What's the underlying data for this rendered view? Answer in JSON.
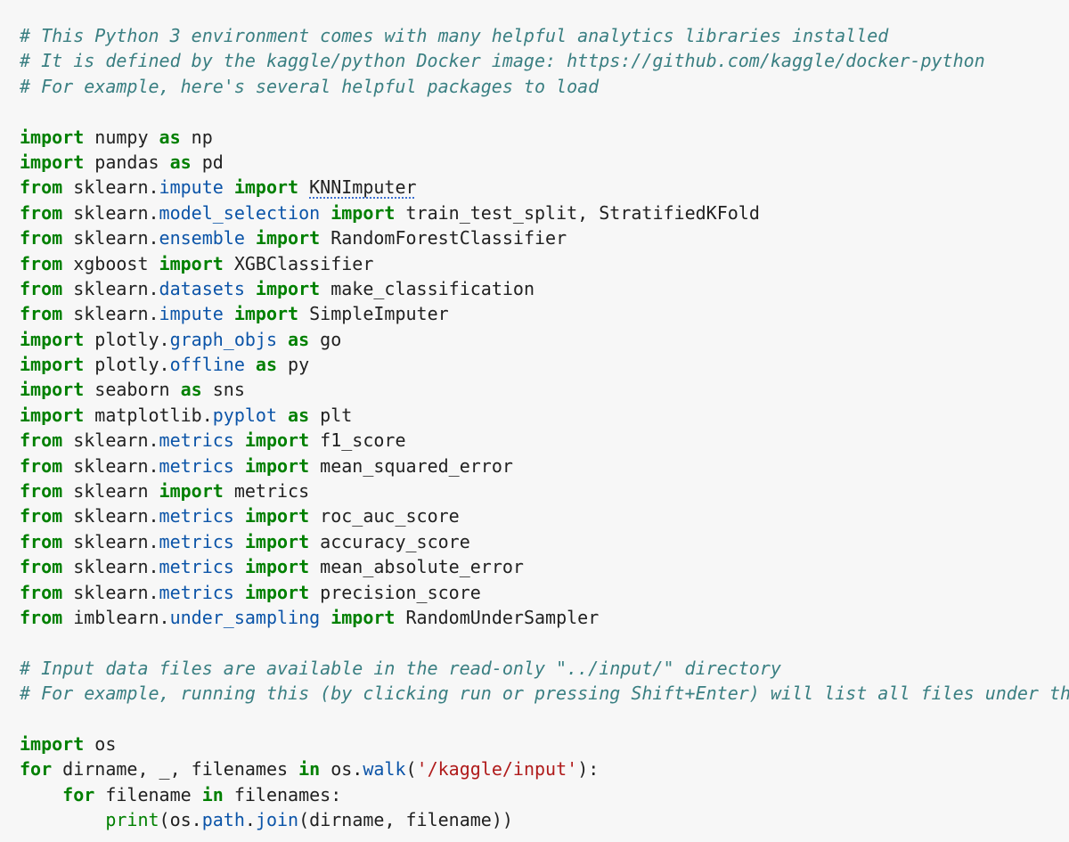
{
  "code_cell": {
    "lines": [
      [
        {
          "t": "# This Python 3 environment comes with many helpful analytics libraries installed",
          "k": "c"
        }
      ],
      [
        {
          "t": "# It is defined by the kaggle/python Docker image: https://github.com/kaggle/docker-python",
          "k": "c"
        }
      ],
      [
        {
          "t": "# For example, here's several helpful packages to load",
          "k": "c"
        }
      ],
      [],
      [
        {
          "t": "import",
          "k": "k"
        },
        {
          "t": " numpy "
        },
        {
          "t": "as",
          "k": "k"
        },
        {
          "t": " np"
        }
      ],
      [
        {
          "t": "import",
          "k": "k"
        },
        {
          "t": " pandas "
        },
        {
          "t": "as",
          "k": "k"
        },
        {
          "t": " pd"
        }
      ],
      [
        {
          "t": "from",
          "k": "k"
        },
        {
          "t": " sklearn."
        },
        {
          "t": "impute",
          "k": "m"
        },
        {
          "t": " "
        },
        {
          "t": "import",
          "k": "k"
        },
        {
          "t": " "
        },
        {
          "t": "KNNImputer",
          "k": "u"
        }
      ],
      [
        {
          "t": "from",
          "k": "k"
        },
        {
          "t": " sklearn."
        },
        {
          "t": "model_selection",
          "k": "m"
        },
        {
          "t": " "
        },
        {
          "t": "import",
          "k": "k"
        },
        {
          "t": " train_test_split, StratifiedKFold"
        }
      ],
      [
        {
          "t": "from",
          "k": "k"
        },
        {
          "t": " sklearn."
        },
        {
          "t": "ensemble",
          "k": "m"
        },
        {
          "t": " "
        },
        {
          "t": "import",
          "k": "k"
        },
        {
          "t": " RandomForestClassifier"
        }
      ],
      [
        {
          "t": "from",
          "k": "k"
        },
        {
          "t": " xgboost "
        },
        {
          "t": "import",
          "k": "k"
        },
        {
          "t": " XGBClassifier"
        }
      ],
      [
        {
          "t": "from",
          "k": "k"
        },
        {
          "t": " sklearn."
        },
        {
          "t": "datasets",
          "k": "m"
        },
        {
          "t": " "
        },
        {
          "t": "import",
          "k": "k"
        },
        {
          "t": " make_classification"
        }
      ],
      [
        {
          "t": "from",
          "k": "k"
        },
        {
          "t": " sklearn."
        },
        {
          "t": "impute",
          "k": "m"
        },
        {
          "t": " "
        },
        {
          "t": "import",
          "k": "k"
        },
        {
          "t": " SimpleImputer"
        }
      ],
      [
        {
          "t": "import",
          "k": "k"
        },
        {
          "t": " plotly."
        },
        {
          "t": "graph_objs",
          "k": "m"
        },
        {
          "t": " "
        },
        {
          "t": "as",
          "k": "k"
        },
        {
          "t": " go"
        }
      ],
      [
        {
          "t": "import",
          "k": "k"
        },
        {
          "t": " plotly."
        },
        {
          "t": "offline",
          "k": "m"
        },
        {
          "t": " "
        },
        {
          "t": "as",
          "k": "k"
        },
        {
          "t": " py"
        }
      ],
      [
        {
          "t": "import",
          "k": "k"
        },
        {
          "t": " seaborn "
        },
        {
          "t": "as",
          "k": "k"
        },
        {
          "t": " sns"
        }
      ],
      [
        {
          "t": "import",
          "k": "k"
        },
        {
          "t": " matplotlib."
        },
        {
          "t": "pyplot",
          "k": "m"
        },
        {
          "t": " "
        },
        {
          "t": "as",
          "k": "k"
        },
        {
          "t": " plt"
        }
      ],
      [
        {
          "t": "from",
          "k": "k"
        },
        {
          "t": " sklearn."
        },
        {
          "t": "metrics",
          "k": "m"
        },
        {
          "t": " "
        },
        {
          "t": "import",
          "k": "k"
        },
        {
          "t": " f1_score"
        }
      ],
      [
        {
          "t": "from",
          "k": "k"
        },
        {
          "t": " sklearn."
        },
        {
          "t": "metrics",
          "k": "m"
        },
        {
          "t": " "
        },
        {
          "t": "import",
          "k": "k"
        },
        {
          "t": " mean_squared_error"
        }
      ],
      [
        {
          "t": "from",
          "k": "k"
        },
        {
          "t": " sklearn "
        },
        {
          "t": "import",
          "k": "k"
        },
        {
          "t": " metrics"
        }
      ],
      [
        {
          "t": "from",
          "k": "k"
        },
        {
          "t": " sklearn."
        },
        {
          "t": "metrics",
          "k": "m"
        },
        {
          "t": " "
        },
        {
          "t": "import",
          "k": "k"
        },
        {
          "t": " roc_auc_score"
        }
      ],
      [
        {
          "t": "from",
          "k": "k"
        },
        {
          "t": " sklearn."
        },
        {
          "t": "metrics",
          "k": "m"
        },
        {
          "t": " "
        },
        {
          "t": "import",
          "k": "k"
        },
        {
          "t": " accuracy_score"
        }
      ],
      [
        {
          "t": "from",
          "k": "k"
        },
        {
          "t": " sklearn."
        },
        {
          "t": "metrics",
          "k": "m"
        },
        {
          "t": " "
        },
        {
          "t": "import",
          "k": "k"
        },
        {
          "t": " mean_absolute_error"
        }
      ],
      [
        {
          "t": "from",
          "k": "k"
        },
        {
          "t": " sklearn."
        },
        {
          "t": "metrics",
          "k": "m"
        },
        {
          "t": " "
        },
        {
          "t": "import",
          "k": "k"
        },
        {
          "t": " precision_score"
        }
      ],
      [
        {
          "t": "from",
          "k": "k"
        },
        {
          "t": " imblearn."
        },
        {
          "t": "under_sampling",
          "k": "m"
        },
        {
          "t": " "
        },
        {
          "t": "import",
          "k": "k"
        },
        {
          "t": " RandomUnderSampler"
        }
      ],
      [],
      [
        {
          "t": "# Input data files are available in the read-only \"../input/\" directory",
          "k": "c"
        }
      ],
      [
        {
          "t": "# For example, running this (by clicking run or pressing Shift+Enter) will list all files under the",
          "k": "c"
        }
      ],
      [],
      [
        {
          "t": "import",
          "k": "k"
        },
        {
          "t": " os"
        }
      ],
      [
        {
          "t": "for",
          "k": "k"
        },
        {
          "t": " dirname, _, filenames "
        },
        {
          "t": "in",
          "k": "k"
        },
        {
          "t": " os."
        },
        {
          "t": "walk",
          "k": "m"
        },
        {
          "t": "("
        },
        {
          "t": "'/kaggle/input'",
          "k": "s"
        },
        {
          "t": "):"
        }
      ],
      [
        {
          "t": "    "
        },
        {
          "t": "for",
          "k": "k"
        },
        {
          "t": " filename "
        },
        {
          "t": "in",
          "k": "k"
        },
        {
          "t": " filenames:"
        }
      ],
      [
        {
          "t": "        "
        },
        {
          "t": "print",
          "k": "b"
        },
        {
          "t": "(os."
        },
        {
          "t": "path",
          "k": "m"
        },
        {
          "t": "."
        },
        {
          "t": "join",
          "k": "m"
        },
        {
          "t": "(dirname, filename))"
        }
      ]
    ]
  }
}
